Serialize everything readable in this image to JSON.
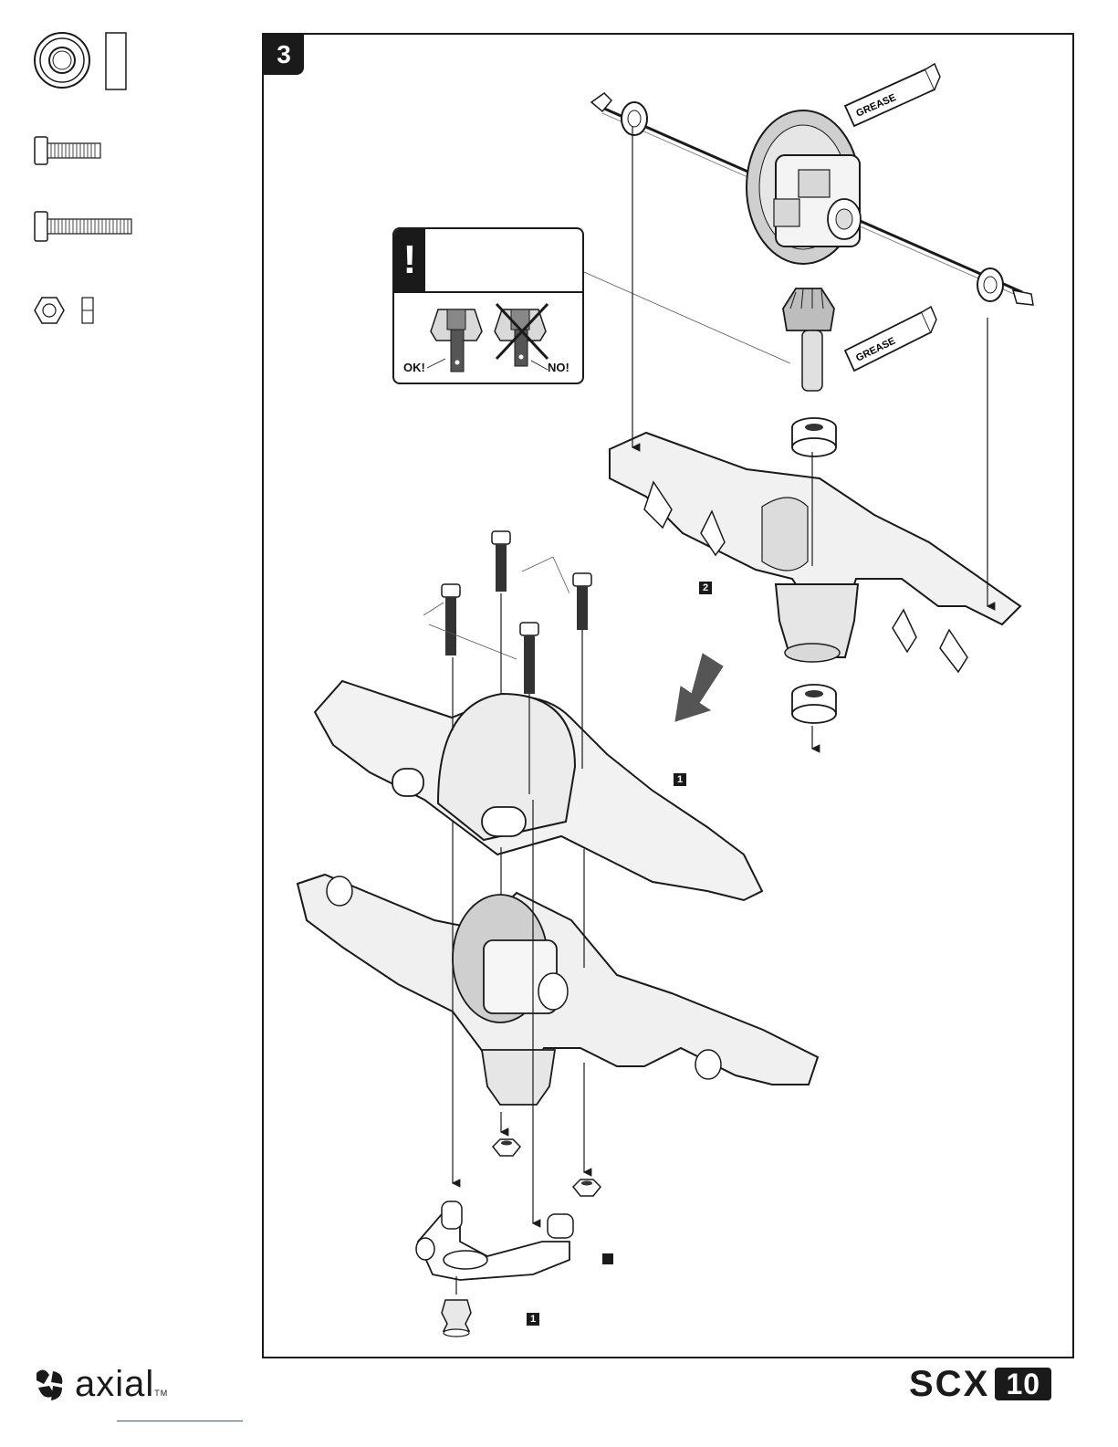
{
  "step": {
    "number": "3"
  },
  "warning": {
    "symbol": "!",
    "ok_label": "OK!",
    "no_label": "NO!"
  },
  "part_callouts": [
    "2",
    "1",
    "1"
  ],
  "sidebar": {
    "parts": [
      {
        "icon": "bearing-icon"
      },
      {
        "icon": "short-screw-icon"
      },
      {
        "icon": "long-screw-icon"
      },
      {
        "icon": "hex-nut-icon"
      }
    ]
  },
  "grease_labels": [
    "GREASE",
    "GREASE"
  ],
  "footer": {
    "brand": "axial",
    "brand_tm": "TM",
    "product": "SCX",
    "product_number": "10"
  }
}
